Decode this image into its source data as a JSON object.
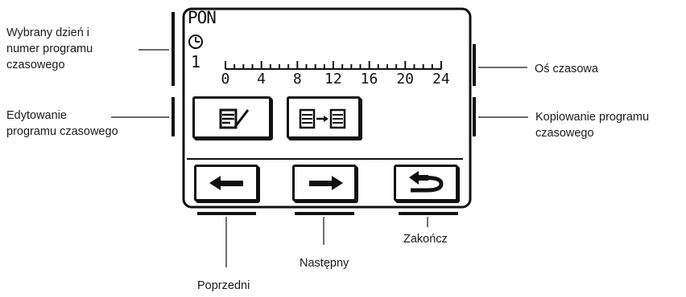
{
  "screen": {
    "day": "PON",
    "program_number": "1",
    "axis_ticks": [
      "0",
      "4",
      "8",
      "12",
      "16",
      "20",
      "24"
    ]
  },
  "buttons": {
    "edit": {
      "icon": "edit-program-icon"
    },
    "copy": {
      "icon": "copy-program-icon"
    },
    "prev": {
      "icon": "arrow-left-icon"
    },
    "next": {
      "icon": "arrow-right-icon"
    },
    "exit": {
      "icon": "return-icon"
    }
  },
  "annotations": {
    "selected_day": "Wybrany dzień i\nnumer programu\nczasowego",
    "time_axis": "Oś czasowa",
    "edit_program": "Edytowanie\nprogramu czasowego",
    "copy_program": "Kopiowanie programu\nczasowego",
    "previous": "Poprzedni",
    "next": "Następny",
    "finish": "Zakończ"
  }
}
